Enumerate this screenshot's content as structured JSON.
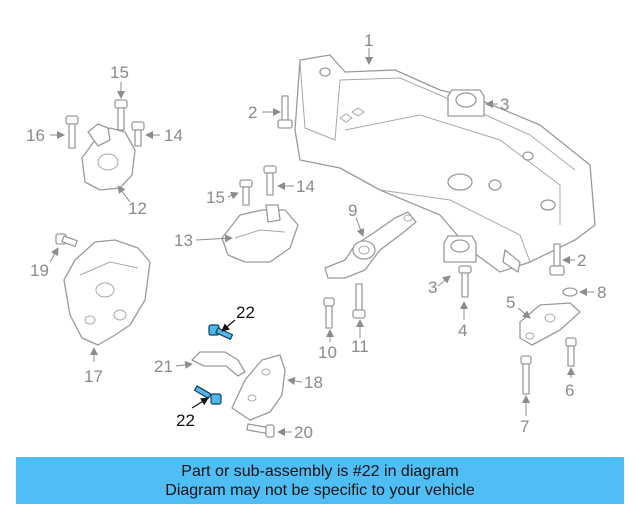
{
  "diagram": {
    "callouts": {
      "c1": "1",
      "c2a": "2",
      "c3a": "3",
      "c2b": "2",
      "c3b": "3",
      "c4": "4",
      "c5": "5",
      "c6": "6",
      "c7": "7",
      "c8": "8",
      "c9": "9",
      "c10": "10",
      "c11": "11",
      "c12": "12",
      "c13": "13",
      "c14a": "14",
      "c14b": "14",
      "c15a": "15",
      "c15b": "15",
      "c16": "16",
      "c17": "17",
      "c18": "18",
      "c19": "19",
      "c20": "20",
      "c21": "21",
      "c22a": "22",
      "c22b": "22"
    },
    "highlight_color": "#4fb7ea"
  },
  "banner": {
    "line1": "Part or sub-assembly is #22 in diagram",
    "line2": "Diagram may not be specific to your vehicle",
    "background": "#4fbef4"
  }
}
